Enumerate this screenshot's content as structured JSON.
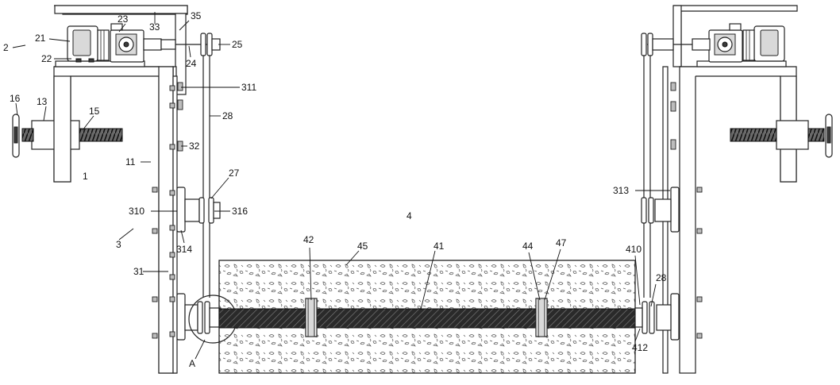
{
  "diagram": {
    "labels": {
      "l2": "2",
      "l21": "21",
      "l22": "22",
      "l23": "23",
      "l33": "33",
      "l35": "35",
      "l24": "24",
      "l25": "25",
      "l16": "16",
      "l13": "13",
      "l15": "15",
      "l311": "311",
      "l28a": "28",
      "l32": "32",
      "l11": "11",
      "l1": "1",
      "l27": "27",
      "l310": "310",
      "l316": "316",
      "l3": "3",
      "l314": "314",
      "l31": "31",
      "lA": "A",
      "l4": "4",
      "l42": "42",
      "l45": "45",
      "l41": "41",
      "l44": "44",
      "l47": "47",
      "l410": "410",
      "l313": "313",
      "l28b": "28",
      "l412": "412"
    },
    "icons": {
      "handwheel": "handwheel-icon",
      "motor": "motor-icon",
      "gearbox": "gearbox-icon",
      "pulley": "pulley-icon",
      "bearing": "bearing-icon",
      "roller": "brush-roller-icon"
    }
  }
}
